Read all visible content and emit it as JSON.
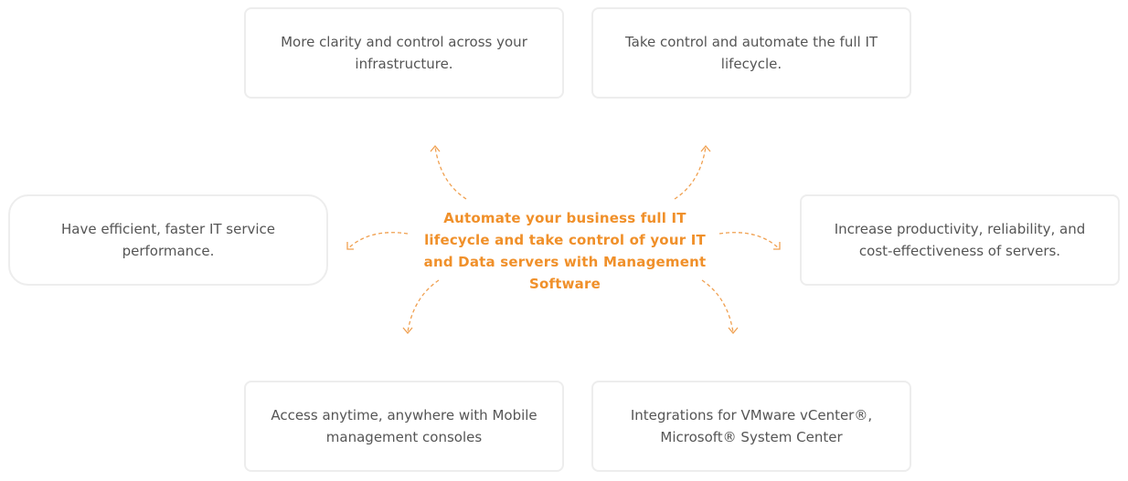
{
  "center": {
    "text": "Automate your business full IT lifecycle and take control of your IT and Data servers with Management Software"
  },
  "cards": {
    "top_left": "More clarity and control across your infrastructure.",
    "top_right": "Take control and automate the full IT lifecycle.",
    "mid_left": "Have efficient, faster IT service performance.",
    "mid_right": "Increase productivity, reliability, and cost-effectiveness of servers.",
    "bottom_left": "Access anytime, anywhere with Mobile management consoles",
    "bottom_right": "Integrations for VMware vCenter®, Microsoft® System Center"
  },
  "colors": {
    "accent": "#f0902a",
    "text": "#555555",
    "card_border": "#ededed"
  }
}
